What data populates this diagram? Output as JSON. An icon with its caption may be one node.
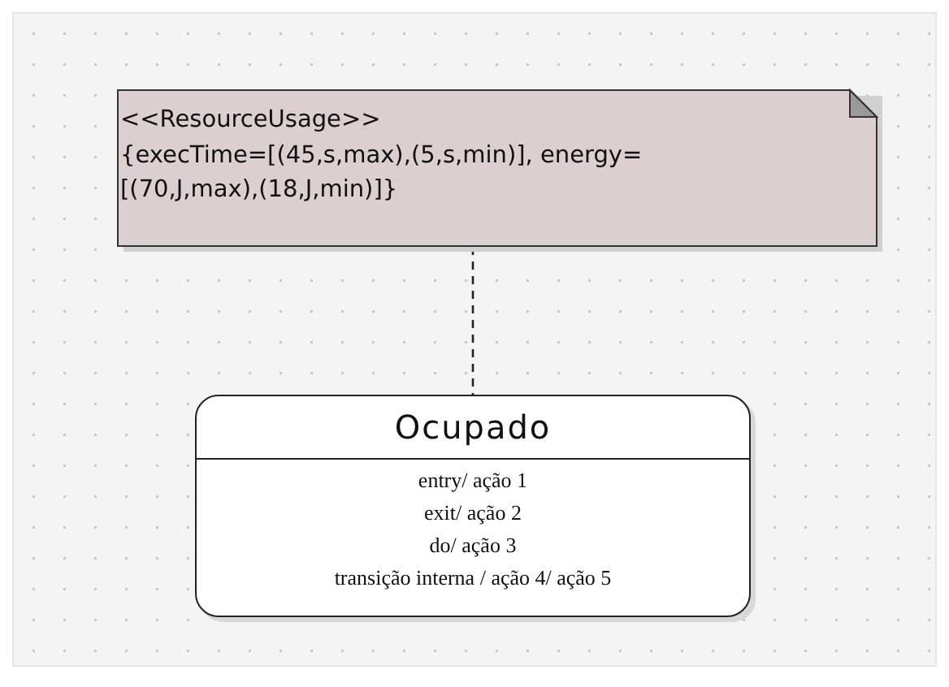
{
  "diagram": {
    "nodes": [
      {
        "text": [
          "<<ResourceUsage>>",
          "{execTime=[(45,s,max),(5,s,min)], energy=[(70,J,max),(18,J,min)]}"
        ]
      },
      {
        "text": [
          "Ocupado",
          "entry/ ação 1",
          "exit/ ação 2",
          "do/ ação 3",
          "transição interna / ação 4/ ação 5"
        ]
      }
    ],
    "edges": [
      {
        "from": 0,
        "to": 1,
        "arrow": "none",
        "style": "dashed"
      }
    ]
  }
}
